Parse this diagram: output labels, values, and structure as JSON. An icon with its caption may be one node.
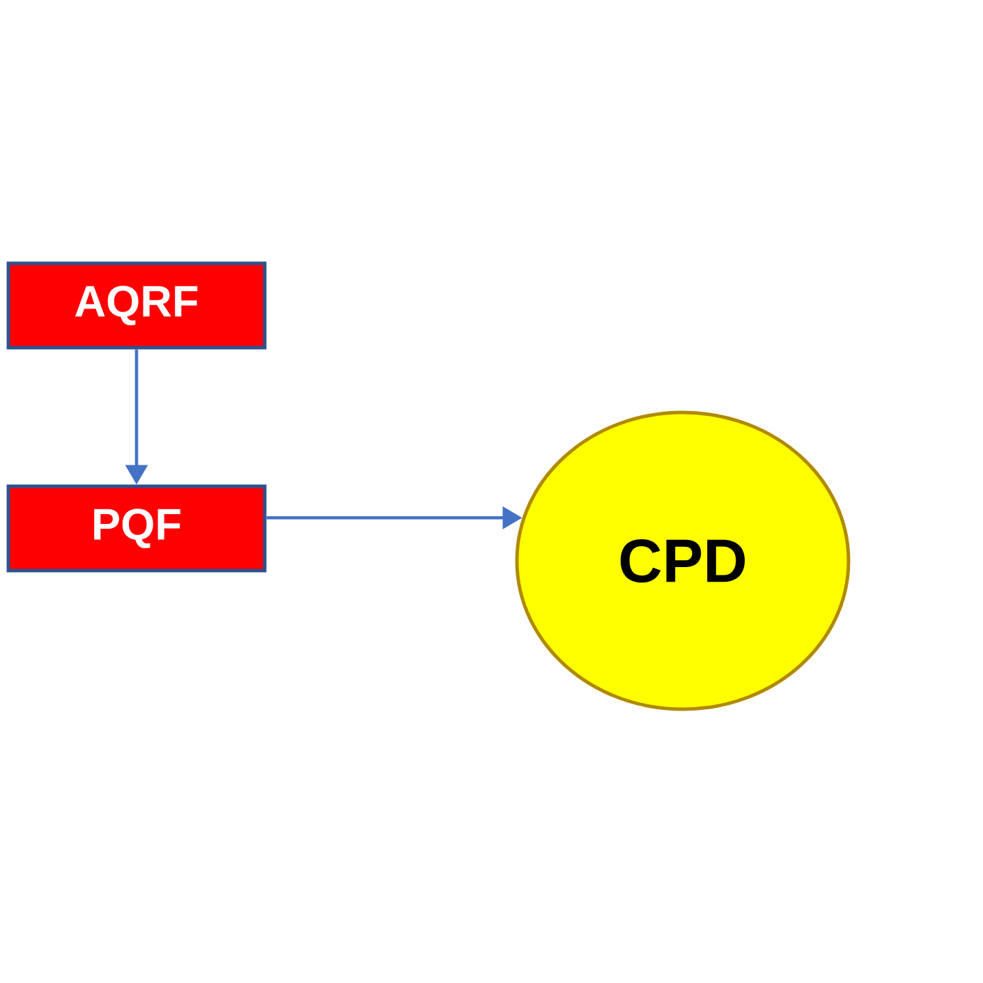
{
  "diagram": {
    "nodes": [
      {
        "text": [
          "AQRF"
        ]
      },
      {
        "text": [
          "PQF"
        ]
      },
      {
        "text": [
          "CPD"
        ]
      }
    ],
    "edges": [
      {
        "from": 0,
        "to": 1,
        "arrow": "to"
      },
      {
        "from": 1,
        "to": 2,
        "arrow": "to"
      }
    ]
  }
}
